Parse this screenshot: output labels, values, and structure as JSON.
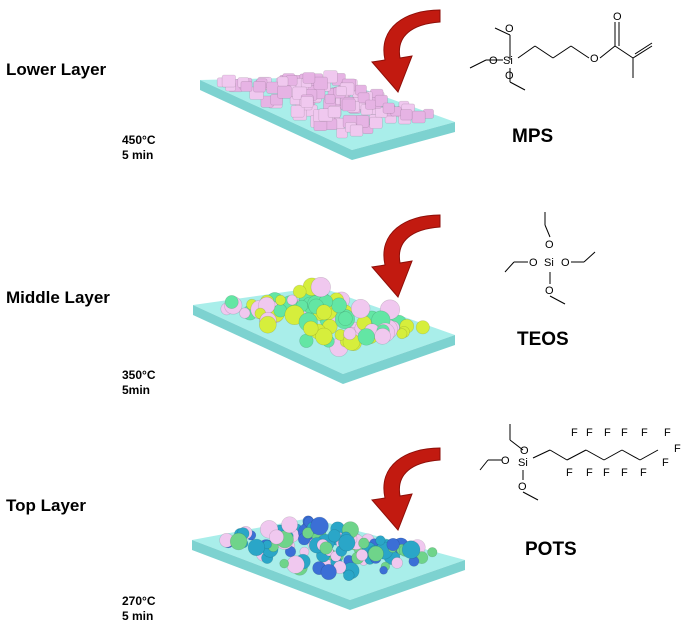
{
  "layers": [
    {
      "id": "lower",
      "label": "Lower Layer",
      "temperature": "450°C",
      "time": "5 min",
      "precursor": "MPS",
      "particle_colors": [
        "#f0c8ef",
        "#e6b3e4"
      ]
    },
    {
      "id": "middle",
      "label": "Middle Layer",
      "temperature": "350°C",
      "time": "5min",
      "precursor": "TEOS",
      "particle_colors": [
        "#63e6a4",
        "#d6ee3c",
        "#f0c8ef"
      ]
    },
    {
      "id": "top",
      "label": "Top Layer",
      "temperature": "270°C",
      "time": "5 min",
      "precursor": "POTS",
      "particle_colors": [
        "#2aa6c8",
        "#3b6fd6",
        "#6fd48a",
        "#f0c8ef"
      ]
    }
  ],
  "atoms": {
    "oxygen": "O",
    "silicon": "Si",
    "fluorine": "F"
  },
  "colors": {
    "substrate_top": "#a9eeea",
    "substrate_side": "#7dd2d0",
    "arrow": "#c21a10",
    "arrow_dark": "#8e0e08"
  }
}
